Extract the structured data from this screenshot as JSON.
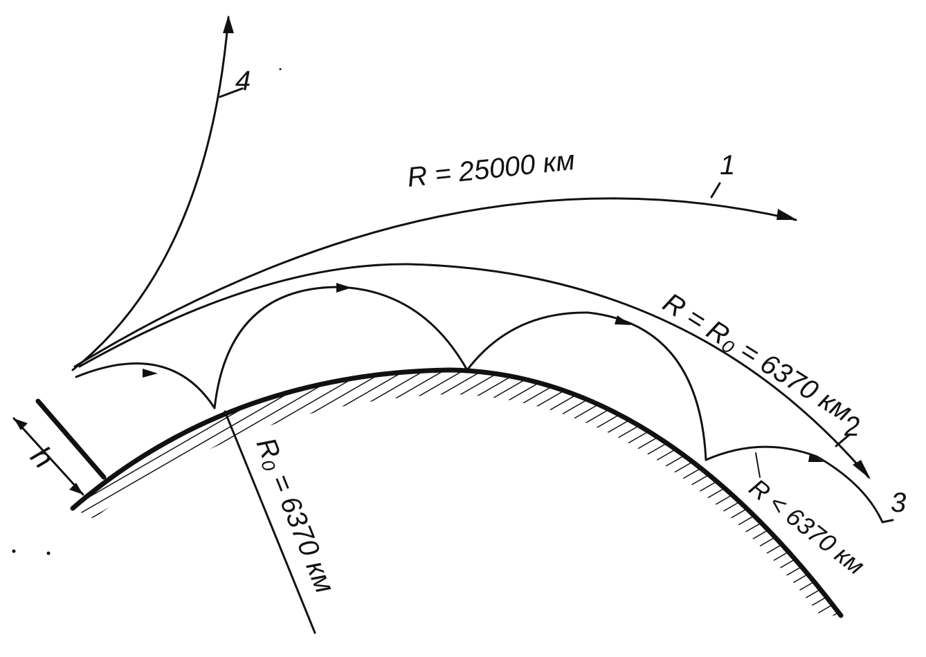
{
  "labels": {
    "ray_1_radius": "R = 25000 км",
    "ray_2_radius": "R = R₀ = 6370 км",
    "ray_3_radius": "R < 6370 км",
    "earth_radius": "R₀ = 6370 км",
    "height": "h",
    "ray_1_number": "1",
    "ray_2_number": "2",
    "ray_3_number": "3",
    "ray_4_number": "4"
  },
  "colors": {
    "ink": "#111111",
    "background": "#ffffff"
  }
}
